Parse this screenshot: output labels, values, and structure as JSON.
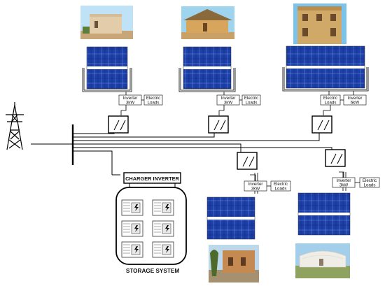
{
  "charger_inverter": "CHARGER INVERTER",
  "storage_system": "STORAGE SYSTEM",
  "houses": [
    {
      "inverter": [
        "Inverter",
        "3kW"
      ],
      "loads": [
        "Electric",
        "Loads"
      ]
    },
    {
      "inverter": [
        "Inverter",
        "3kW"
      ],
      "loads": [
        "Electric",
        "Loads"
      ]
    },
    {
      "inverter": [
        "Inverter",
        "6kW"
      ],
      "loads": [
        "Electric",
        "Loads"
      ]
    },
    {
      "inverter": [
        "Inverter",
        "3kW"
      ],
      "loads": [
        "Electric",
        "Loads"
      ]
    },
    {
      "inverter": [
        "Inverter",
        "3kW"
      ],
      "loads": [
        "Electric",
        "Loads"
      ]
    }
  ],
  "colors": {
    "panel": "#1d3fa8",
    "line": "#000000"
  }
}
